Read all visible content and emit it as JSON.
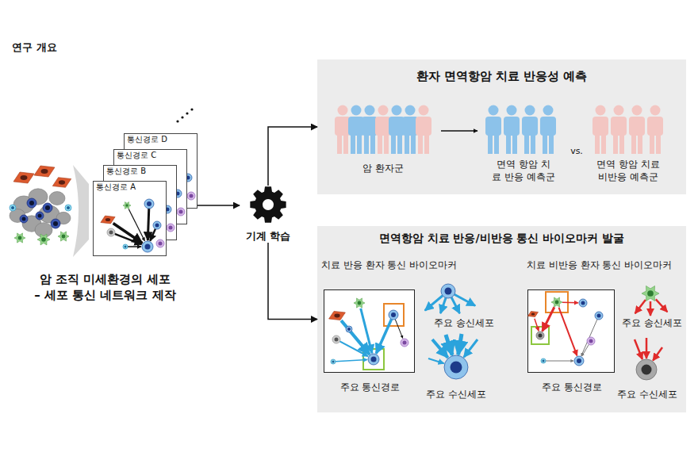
{
  "diagram": {
    "title": "연구 개요",
    "nodes": [
      {
        "text": [
          "통신경로 A"
        ]
      },
      {
        "text": [
          "통신경로 B"
        ]
      },
      {
        "text": [
          "통신경로 C"
        ]
      },
      {
        "text": [
          "통신경로 D"
        ]
      },
      {
        "text": [
          "기계 학습"
        ]
      },
      {
        "text": [
          "환자 면역항암 치료 반응성 예측"
        ]
      },
      {
        "text": [
          "면역항암 치료 반응/비반응 통신 바이오마커 발굴"
        ]
      },
      {
        "text": [
          "주요 통신경로"
        ],
        "in": 6
      },
      {
        "text": [
          "주요 통신경로"
        ],
        "in": 6
      }
    ],
    "edges": [
      {
        "from": 3,
        "to": 4,
        "arrow": "to"
      },
      {
        "from": 4,
        "to": 5,
        "arrow": "to"
      },
      {
        "from": 4,
        "to": 6,
        "arrow": "to"
      }
    ],
    "labels": [
      "암 조직 미세환경의 세포 – 세포 통신 네트워크 제작",
      "암 환자군",
      "면역 항암 치료 반응 예측군",
      "vs.",
      "면역 항암 치료 비반응 예측군",
      "치료 반응 환자 통신 바이오마커",
      "주요 송신세포",
      "주요 수신세포",
      "치료 비반응 환자 통신 바이오마커",
      "주요 송신세포",
      "주요 수신세포"
    ]
  }
}
